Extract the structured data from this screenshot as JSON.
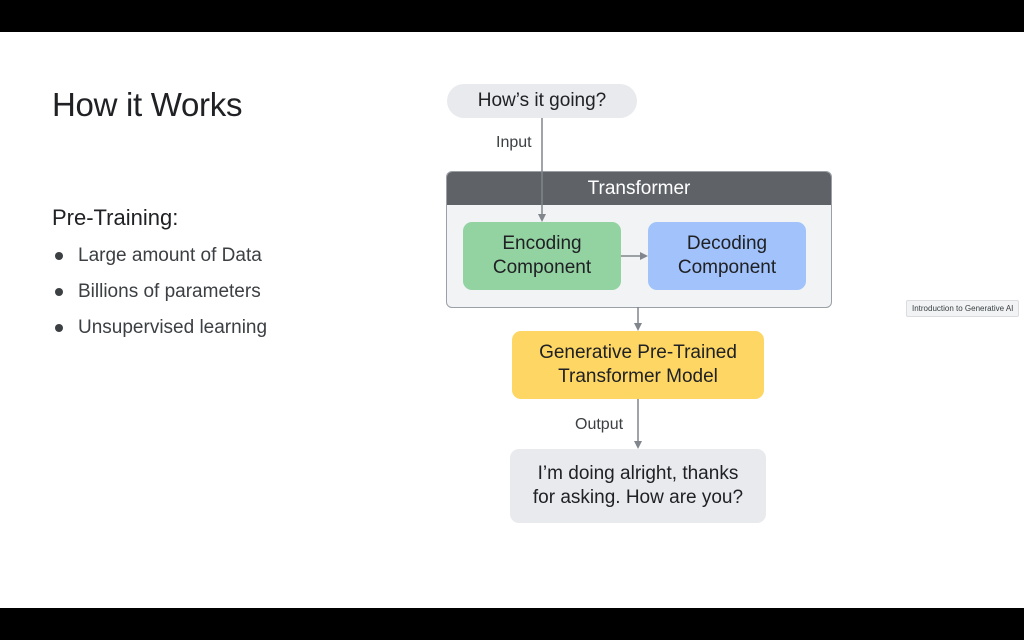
{
  "slide": {
    "title": "How it Works",
    "subhead": "Pre-Training:",
    "bullets": [
      "Large amount of Data",
      "Billions of parameters",
      "Unsupervised learning"
    ]
  },
  "diagram": {
    "input_text": "How’s it going?",
    "input_label": "Input",
    "transformer_label": "Transformer",
    "encoding": [
      "Encoding",
      "Component"
    ],
    "decoding": [
      "Decoding",
      "Component"
    ],
    "model": [
      "Generative Pre-Trained",
      "Transformer Model"
    ],
    "output_label": "Output",
    "response": [
      "I’m doing alright, thanks",
      "for asking. How are you?"
    ],
    "colors": {
      "encoding": "#93d3a2",
      "decoding": "#a1c2fa",
      "model": "#fdd663",
      "transformer_header": "#5f6368"
    }
  },
  "tooltip": "Introduction to Generative AI"
}
